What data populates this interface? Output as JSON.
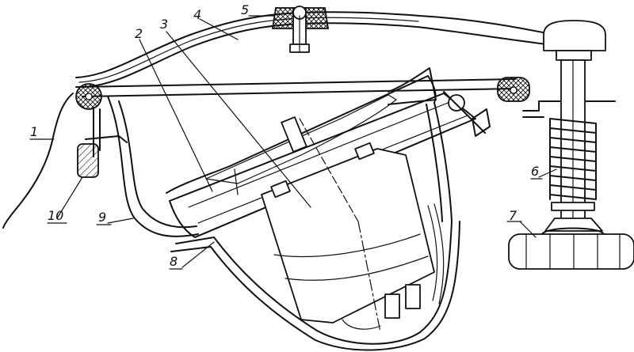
{
  "diagram": {
    "callouts": [
      {
        "id": "c1",
        "text": "1"
      },
      {
        "id": "c2",
        "text": "2"
      },
      {
        "id": "c3",
        "text": "3"
      },
      {
        "id": "c4",
        "text": "4"
      },
      {
        "id": "c5",
        "text": "5"
      },
      {
        "id": "c6",
        "text": "6"
      },
      {
        "id": "c7",
        "text": "7"
      },
      {
        "id": "c8",
        "text": "8"
      },
      {
        "id": "c9",
        "text": "9"
      },
      {
        "id": "c10",
        "text": "10"
      }
    ],
    "style": {
      "line_color": "#111111",
      "background": "#ffffff"
    }
  }
}
